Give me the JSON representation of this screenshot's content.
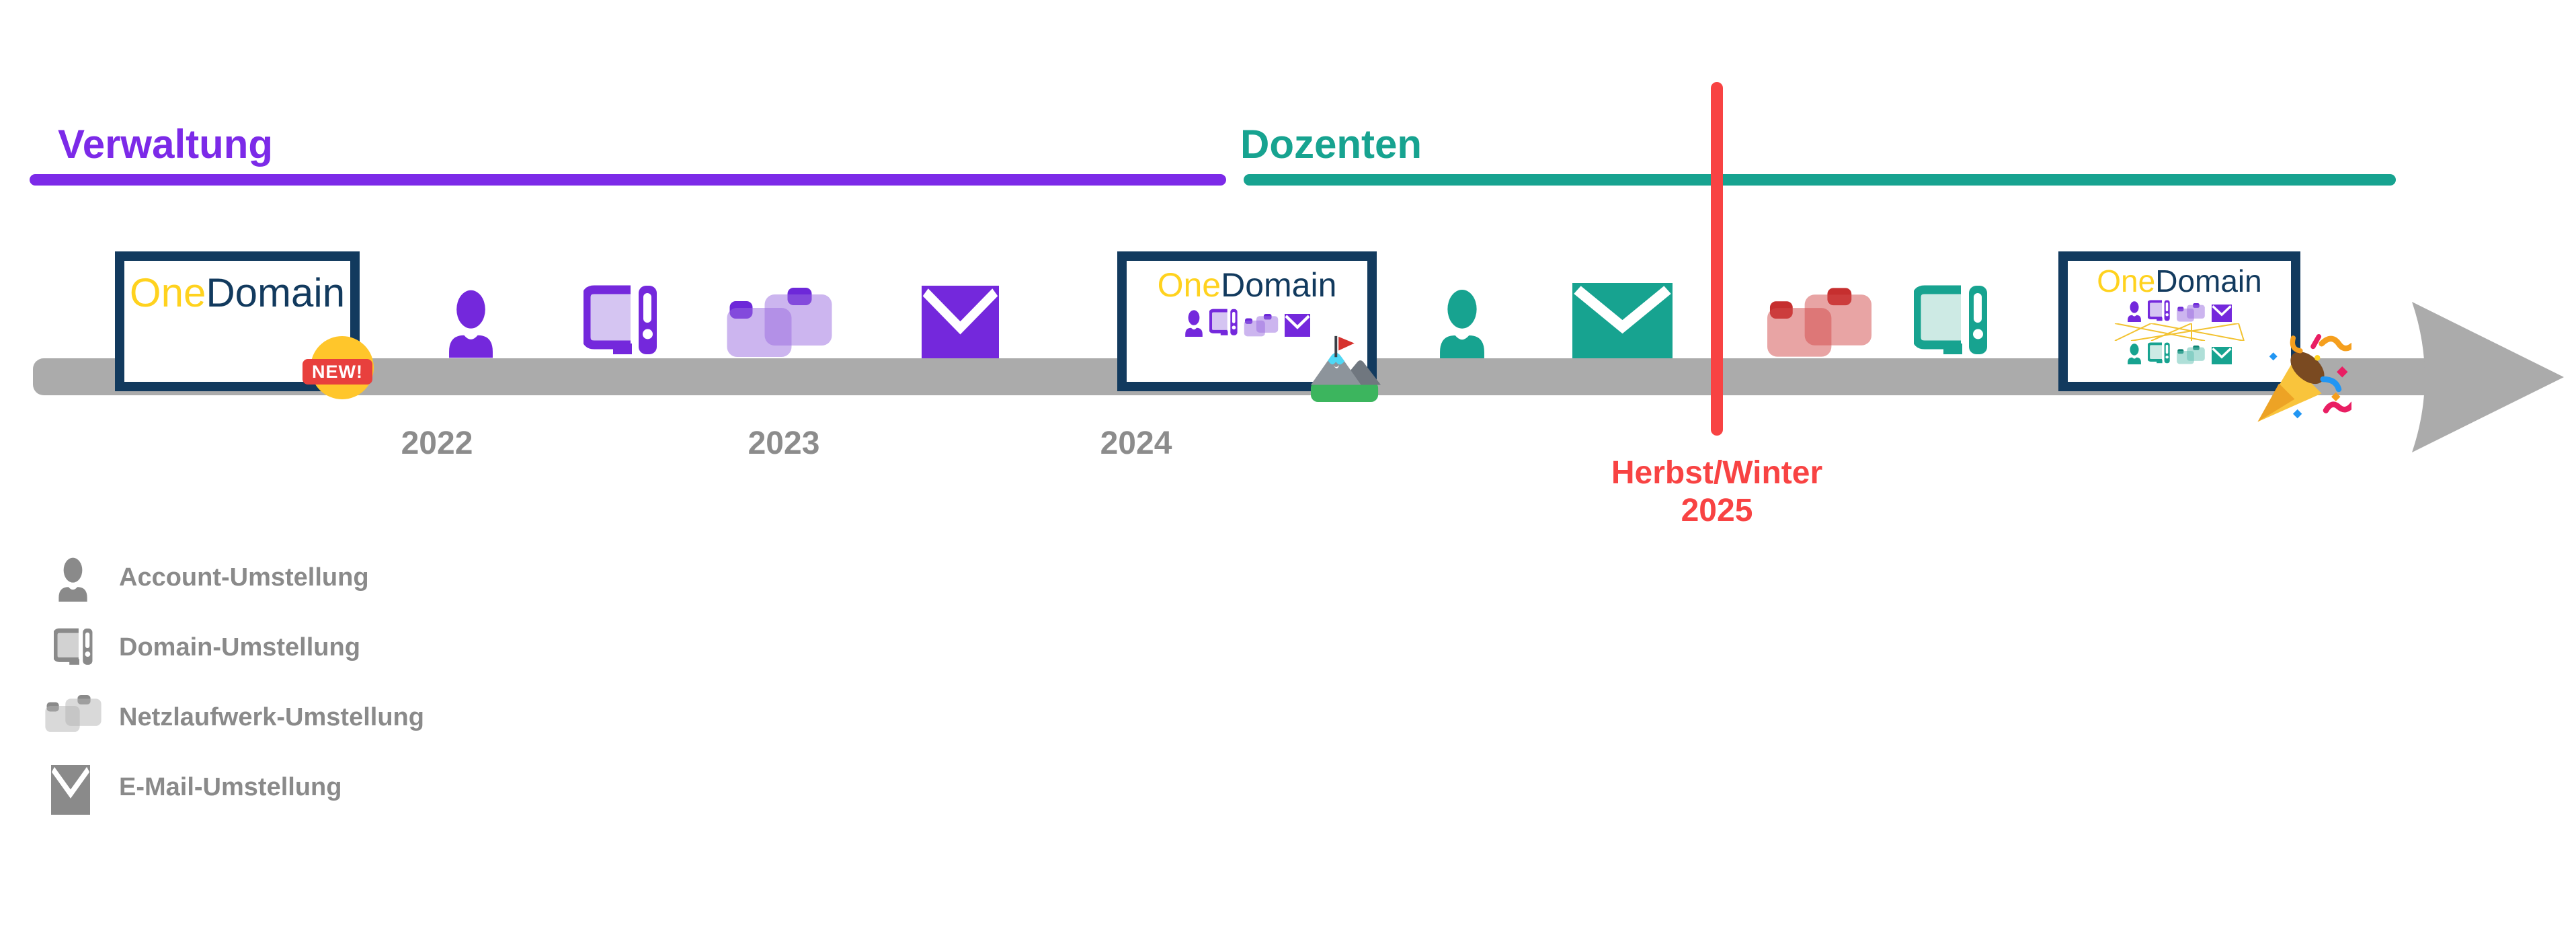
{
  "phases": {
    "verwaltung": {
      "label": "Verwaltung",
      "color": "#7c2ae8"
    },
    "dozenten": {
      "label": "Dozenten",
      "color": "#17a390"
    }
  },
  "brand": {
    "one": "One",
    "domain": "Domain"
  },
  "badge": {
    "label": "NEW!"
  },
  "timeline": {
    "years": [
      "2022",
      "2023",
      "2024"
    ],
    "bar_color": "#ababab"
  },
  "milestone": {
    "line1": "Herbst/Winter",
    "line2": "2025",
    "color": "#f84343"
  },
  "legend": {
    "items": [
      {
        "icon": "person-icon",
        "label": "Account-Umstellung"
      },
      {
        "icon": "domain-device-icon",
        "label": "Domain-Umstellung"
      },
      {
        "icon": "network-folders-icon",
        "label": "Netzlaufwerk-Umstellung"
      },
      {
        "icon": "email-icon",
        "label": "E-Mail-Umstellung"
      }
    ]
  },
  "colors": {
    "purple": "#7c2ae8",
    "purple_icon": "#7428dc",
    "teal": "#17a390",
    "red": "#f84343",
    "navy": "#123a5e",
    "yellow": "#ffd21e",
    "gray_bar": "#ababab",
    "gray_text": "#8c8c8c"
  }
}
